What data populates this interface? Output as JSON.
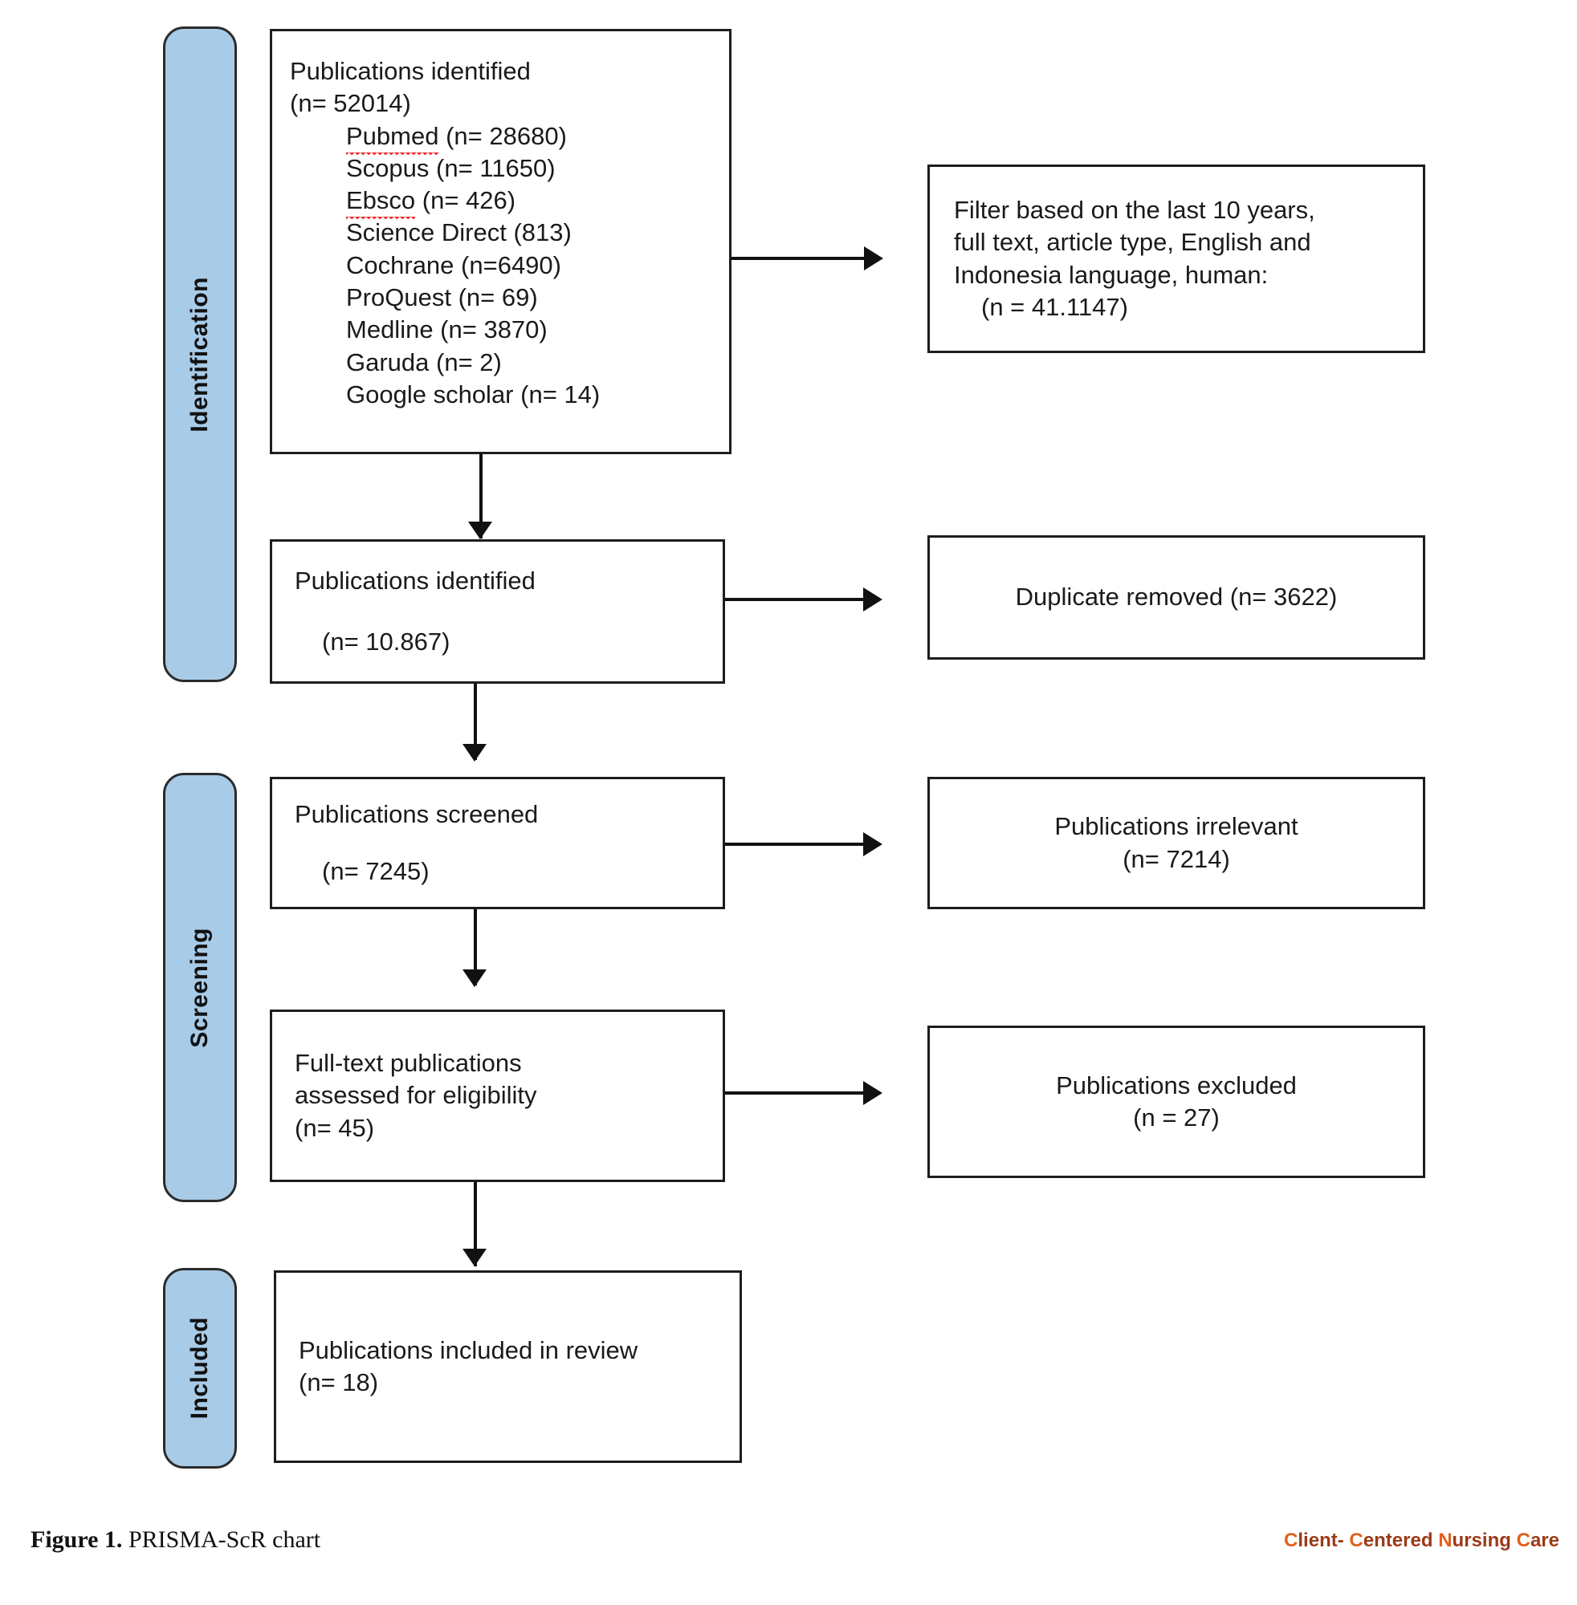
{
  "figure": {
    "caption_label": "Figure 1.",
    "caption_text": " PRISMA-ScR chart",
    "journal_mark": "Client- Centered Nursing Care",
    "accent_blue": "#a8cbe8",
    "accent_orange": "#e2601a",
    "border_color": "#1d1d1d"
  },
  "phases": [
    {
      "id": "identification",
      "label": "Identification"
    },
    {
      "id": "screening",
      "label": "Screening"
    },
    {
      "id": "included",
      "label": "Included"
    }
  ],
  "nodes": {
    "identified_sources": {
      "title": "Publications identified",
      "count": "(n= 52014)",
      "sources": [
        {
          "name": "Pubmed",
          "count": "(n= 28680)",
          "misspelled": true
        },
        {
          "name": "Scopus",
          "count": "(n= 11650)",
          "misspelled": false
        },
        {
          "name": "Ebsco",
          "count": "(n= 426)",
          "misspelled": true
        },
        {
          "name": "Science Direct",
          "count": "(813)",
          "misspelled": false
        },
        {
          "name": "Cochrane",
          "count": "(n=6490)",
          "misspelled": false
        },
        {
          "name": "ProQuest",
          "count": "(n= 69)",
          "misspelled": false
        },
        {
          "name": "Medline",
          "count": "(n= 3870)",
          "misspelled": false
        },
        {
          "name": "Garuda",
          "count": "(n= 2)",
          "misspelled": false
        },
        {
          "name": "Google scholar",
          "count": "(n= 14)",
          "misspelled": false
        }
      ]
    },
    "filter": {
      "line1": "Filter based on the last 10 years,",
      "line2": "full text, article type, English and",
      "line3": "Indonesia language, human:",
      "count": "(n = 41.1147)"
    },
    "identified_total": {
      "title": "Publications identified",
      "count": "(n= 10.867)"
    },
    "duplicate_removed": {
      "text": "Duplicate removed (n= 3622)"
    },
    "screened": {
      "title": "Publications screened",
      "count": "(n= 7245)"
    },
    "irrelevant": {
      "title": "Publications irrelevant",
      "count": "(n= 7214)"
    },
    "eligibility": {
      "line1": "Full-text publications",
      "line2": "assessed for eligibility",
      "count": "(n= 45)"
    },
    "excluded": {
      "title": "Publications excluded",
      "count": "(n = 27)"
    },
    "included": {
      "title": "Publications included in review",
      "count": "(n= 18)"
    }
  },
  "chart_data": {
    "type": "diagram",
    "title": "PRISMA-ScR chart",
    "flow": [
      {
        "stage": "Identification",
        "node": "Publications identified",
        "n": 52014
      },
      {
        "stage": "Identification",
        "node": "Filter based on the last 10 years, full text, article type, English and Indonesia language, human",
        "n": "41.1147"
      },
      {
        "stage": "Identification",
        "node": "Publications identified",
        "n": "10.867"
      },
      {
        "stage": "Identification",
        "node": "Duplicate removed",
        "n": 3622
      },
      {
        "stage": "Screening",
        "node": "Publications screened",
        "n": 7245
      },
      {
        "stage": "Screening",
        "node": "Publications irrelevant",
        "n": 7214
      },
      {
        "stage": "Screening",
        "node": "Full-text publications assessed for eligibility",
        "n": 45
      },
      {
        "stage": "Screening",
        "node": "Publications excluded",
        "n": 27
      },
      {
        "stage": "Included",
        "node": "Publications included in review",
        "n": 18
      }
    ],
    "sources": {
      "Pubmed": 28680,
      "Scopus": 11650,
      "Ebsco": 426,
      "Science Direct": 813,
      "Cochrane": 6490,
      "ProQuest": 69,
      "Medline": 3870,
      "Garuda": 2,
      "Google scholar": 14
    }
  }
}
